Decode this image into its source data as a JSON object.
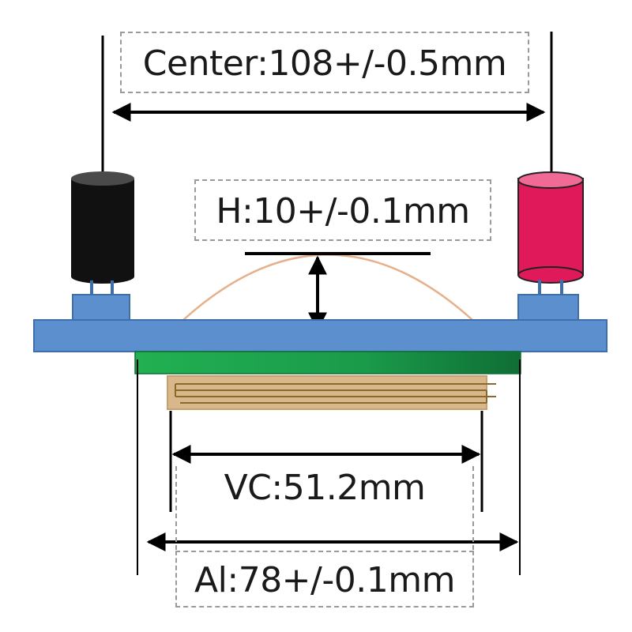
{
  "labels": {
    "center": "Center:108+/-0.5mm",
    "height": "H:10+/-0.1mm",
    "vc": "VC:51.2mm",
    "al": "Al:78+/-0.1mm"
  },
  "colors": {
    "plate": "#5b8fcd",
    "plate_edge": "#3f6fa8",
    "capacitor_black": "#111111",
    "capacitor_red": "#e0195a",
    "green_board": "#1fa650",
    "vapor_chamber": "#d8b88a",
    "vapor_chamber_lines": "#8a6a2a",
    "arc": "#e6b08a",
    "dimension_line": "#000000",
    "dashed_box": "#9a9a9a"
  }
}
